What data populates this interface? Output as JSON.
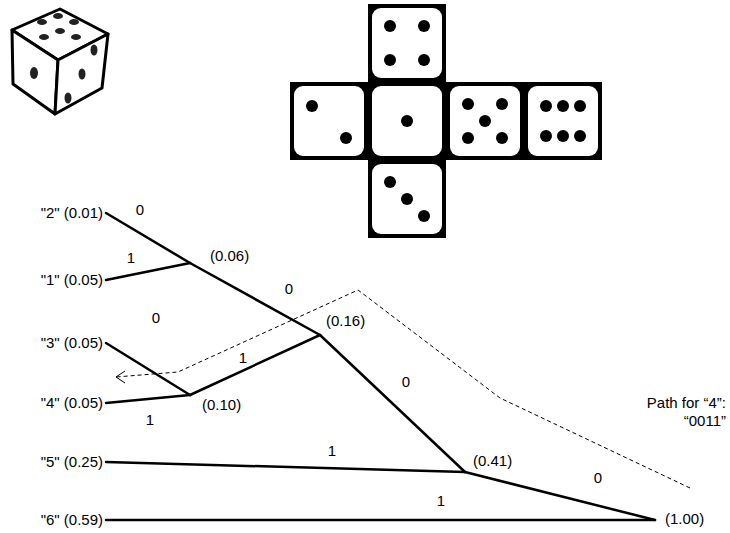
{
  "diagram": {
    "nodes": [
      {
        "text": [
          "\"2\" (0.01)"
        ]
      },
      {
        "text": [
          "\"1\" (0.05)"
        ]
      },
      {
        "text": [
          "(0.06)"
        ]
      },
      {
        "text": [
          "\"3\" (0.05)"
        ]
      },
      {
        "text": [
          "\"4\" (0.05)"
        ]
      },
      {
        "text": [
          "(0.10)"
        ]
      },
      {
        "text": [
          "(0.16)"
        ]
      },
      {
        "text": [
          "\"5\" (0.25)"
        ]
      },
      {
        "text": [
          "(0.41)"
        ]
      },
      {
        "text": [
          "\"6\" (0.59)"
        ]
      },
      {
        "text": [
          "(1.00)"
        ]
      }
    ],
    "edges": [
      {
        "from": 2,
        "to": 0,
        "arrow": "none",
        "label": "0"
      },
      {
        "from": 2,
        "to": 1,
        "arrow": "none",
        "label": "1"
      },
      {
        "from": 6,
        "to": 2,
        "arrow": "none",
        "label": "0"
      },
      {
        "from": 5,
        "to": 3,
        "arrow": "none",
        "label": "0"
      },
      {
        "from": 5,
        "to": 4,
        "arrow": "none",
        "label": "1"
      },
      {
        "from": 6,
        "to": 5,
        "arrow": "none",
        "label": "1"
      },
      {
        "from": 8,
        "to": 6,
        "arrow": "none",
        "label": "0"
      },
      {
        "from": 8,
        "to": 7,
        "arrow": "none",
        "label": "1"
      },
      {
        "from": 10,
        "to": 8,
        "arrow": "none",
        "label": "0"
      },
      {
        "from": 10,
        "to": 9,
        "arrow": "none",
        "label": "1"
      }
    ],
    "labels": [
      "Path for “4”: “0011”"
    ]
  }
}
